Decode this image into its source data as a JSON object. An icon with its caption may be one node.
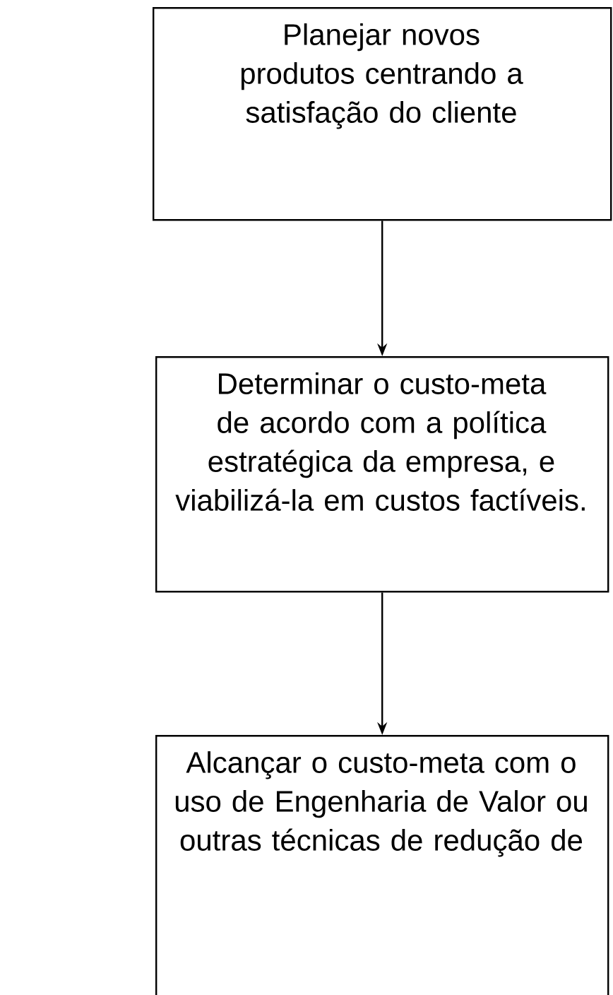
{
  "diagram": {
    "nodes": [
      {
        "text": [
          "Planejar novos produtos centrando a satisfação do cliente"
        ]
      },
      {
        "text": [
          "Determinar o custo-meta de acordo com a política estratégica da empresa, e viabilizá-la em custos factíveis."
        ]
      },
      {
        "text": [
          "Alcançar o custo-meta com o uso de Engenharia de Valor ou outras técnicas de redução de"
        ]
      }
    ],
    "edges": [
      {
        "from": 0,
        "to": 1,
        "arrow": "to"
      },
      {
        "from": 1,
        "to": 2,
        "arrow": "to"
      }
    ]
  }
}
